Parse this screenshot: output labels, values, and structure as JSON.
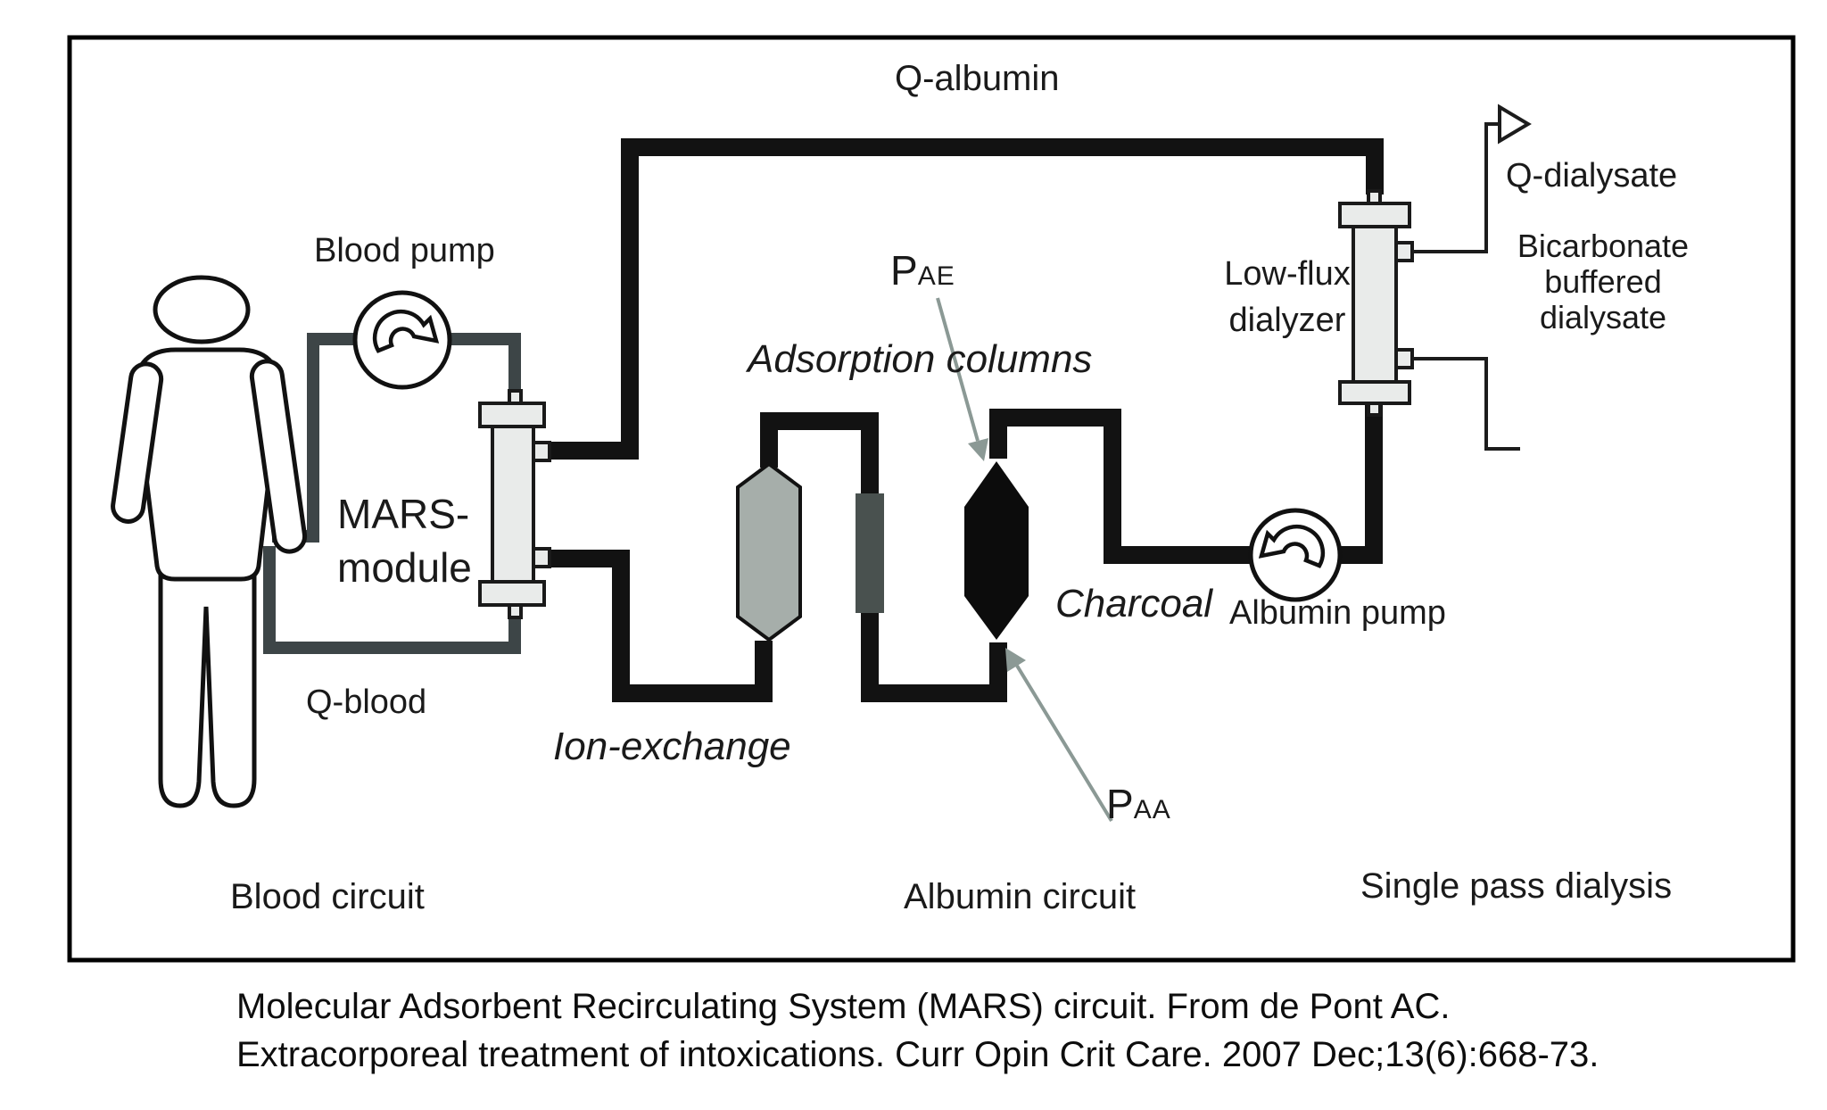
{
  "figure": {
    "labels": {
      "q_albumin": "Q-albumin",
      "blood_pump": "Blood pump",
      "mars_module_line1": "MARS-",
      "mars_module_line2": "module",
      "q_blood": "Q-blood",
      "blood_circuit": "Blood circuit",
      "ion_exchange": "Ion-exchange",
      "adsorption_columns": "Adsorption columns",
      "charcoal": "Charcoal",
      "albumin_pump": "Albumin pump",
      "albumin_circuit": "Albumin circuit",
      "single_pass_dialysis": "Single pass dialysis",
      "low_flux_line1": "Low-flux",
      "low_flux_line2": "dialyzer",
      "q_dialysate": "Q-dialysate",
      "bicarbonate_line1": "Bicarbonate",
      "bicarbonate_line2": "buffered",
      "bicarbonate_line3": "dialysate",
      "pressure_ae_main": "P",
      "pressure_ae_sub": "AE",
      "pressure_aa_main": "P",
      "pressure_aa_sub": "AA"
    },
    "colors": {
      "blood_line": "#3d4547",
      "albumin_line": "#121212",
      "ion_exchange_fill": "#a6aeaa",
      "middle_column_fill": "#49514f",
      "charcoal_fill": "#0c0c0c",
      "charcoal_outline": "#b9c1bd",
      "device_fill": "#e9ebea",
      "annotation_arrow": "#8b9995"
    }
  },
  "caption": {
    "line1": "Molecular Adsorbent Recirculating System (MARS) circuit. From de Pont AC.",
    "line2": "Extracorporeal treatment of intoxications. Curr Opin Crit Care. 2007 Dec;13(6):668-73."
  }
}
